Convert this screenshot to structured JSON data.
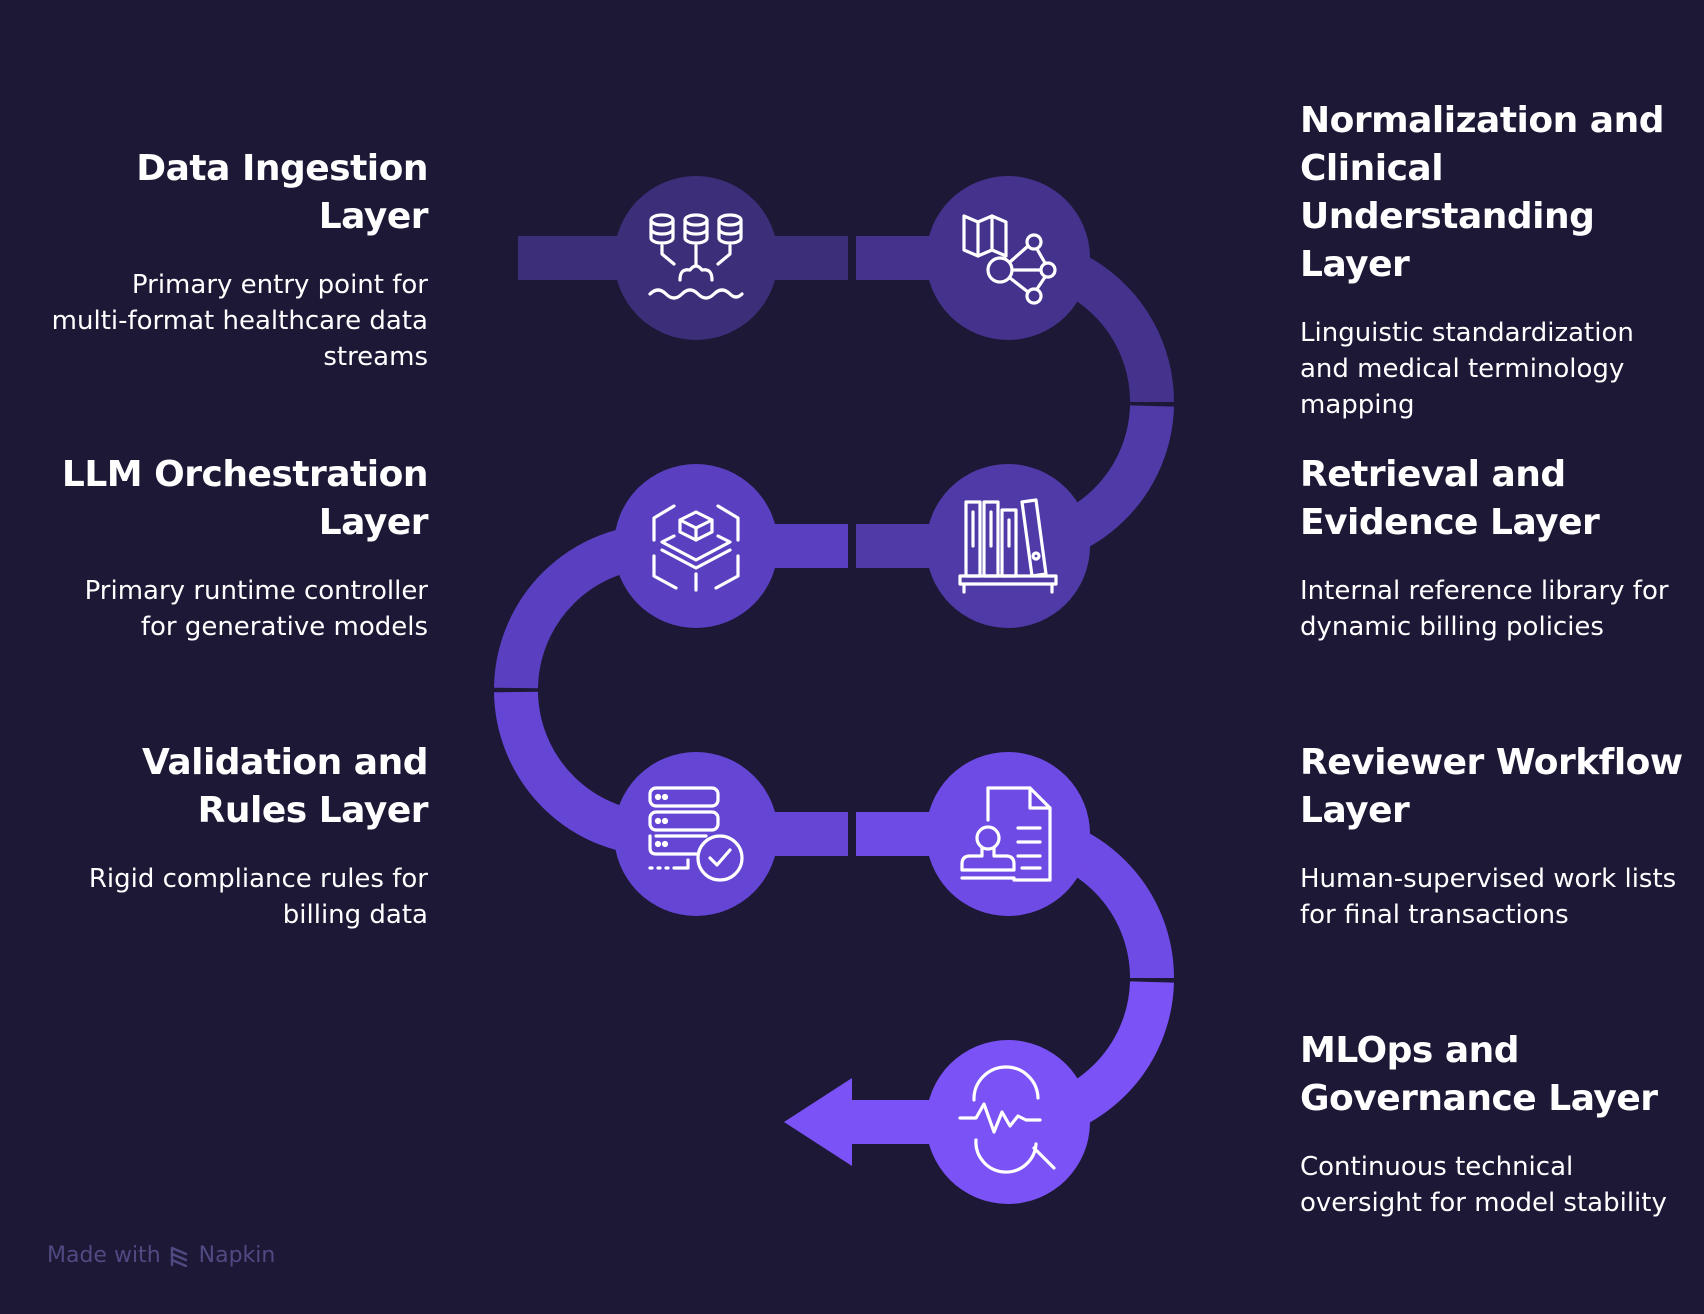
{
  "layers": [
    {
      "id": "data-ingestion",
      "title_lines": [
        "Data Ingestion",
        "Layer"
      ],
      "desc_lines": [
        "Primary entry point for",
        "multi-format healthcare data",
        "streams"
      ],
      "icon": "database-ingest-icon"
    },
    {
      "id": "normalization",
      "title_lines": [
        "Normalization and",
        "Clinical",
        "Understanding",
        "Layer"
      ],
      "desc_lines": [
        "Linguistic standardization",
        "and medical terminology",
        "mapping"
      ],
      "icon": "book-network-icon"
    },
    {
      "id": "llm-orchestration",
      "title_lines": [
        "LLM Orchestration",
        "Layer"
      ],
      "desc_lines": [
        "Primary runtime controller",
        "for generative models"
      ],
      "icon": "layered-cube-icon"
    },
    {
      "id": "retrieval",
      "title_lines": [
        "Retrieval and",
        "Evidence Layer"
      ],
      "desc_lines": [
        "Internal reference library for",
        "dynamic billing policies"
      ],
      "icon": "bookshelf-icon"
    },
    {
      "id": "validation",
      "title_lines": [
        "Validation and",
        "Rules Layer"
      ],
      "desc_lines": [
        "Rigid compliance rules for",
        "billing data"
      ],
      "icon": "server-check-icon"
    },
    {
      "id": "reviewer",
      "title_lines": [
        "Reviewer Workflow",
        "Layer"
      ],
      "desc_lines": [
        "Human-supervised work lists",
        "for final transactions"
      ],
      "icon": "document-stamp-icon"
    },
    {
      "id": "mlops",
      "title_lines": [
        "MLOps and",
        "Governance Layer"
      ],
      "desc_lines": [
        "Continuous technical",
        "oversight for model stability"
      ],
      "icon": "monitor-search-icon"
    }
  ],
  "colors": {
    "background": "#1c1836",
    "step1": "#3d2e7a",
    "step2": "#44328c",
    "step3": "#4f3aa8",
    "step4": "#5a40c0",
    "step5": "#6445d4",
    "step6": "#6f4be6",
    "step7": "#7b52f6",
    "watermark": "#514a82"
  },
  "watermark": {
    "prefix": "Made with",
    "brand": "Napkin"
  }
}
